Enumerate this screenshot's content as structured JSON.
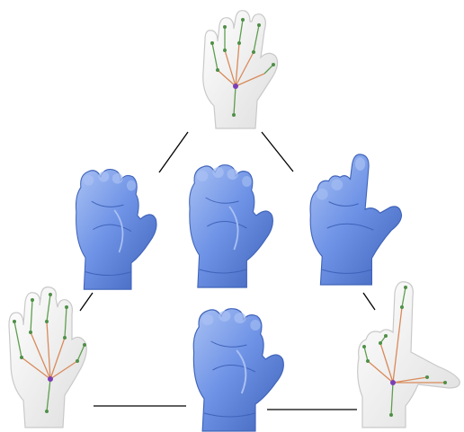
{
  "figure": {
    "colors": {
      "background": "#ffffff",
      "blue_hand_fill": "#6f93e6",
      "blue_hand_dark": "#4e73c9",
      "blue_hand_light": "#a9c1f3",
      "skeleton_hand_fill": "#f1f1f1",
      "skeleton_hand_outline": "#c9c9c9",
      "bone_orange": "#d98a5a",
      "bone_green": "#5f9e50",
      "joint_root": "#7b3fb5",
      "joint_green": "#4f8f47",
      "connector_line": "#000000"
    },
    "skeleton_hands": [
      {
        "id": "top",
        "pose": "open-palm-skeleton"
      },
      {
        "id": "bottom-left",
        "pose": "open-palm-skeleton"
      },
      {
        "id": "bottom-right",
        "pose": "pointing-skeleton"
      }
    ],
    "mesh_hands": [
      {
        "id": "left",
        "pose": "curled-fingers"
      },
      {
        "id": "center",
        "pose": "curled-fingers"
      },
      {
        "id": "right",
        "pose": "pointing"
      },
      {
        "id": "bottom",
        "pose": "curled-fingers"
      }
    ],
    "connectors": [
      {
        "from": "top",
        "to": "left"
      },
      {
        "from": "top",
        "to": "right"
      },
      {
        "from": "left",
        "to": "bottom-left"
      },
      {
        "from": "right",
        "to": "bottom-right"
      },
      {
        "from": "bottom-left",
        "to": "bottom"
      },
      {
        "from": "bottom",
        "to": "bottom-right"
      }
    ]
  }
}
